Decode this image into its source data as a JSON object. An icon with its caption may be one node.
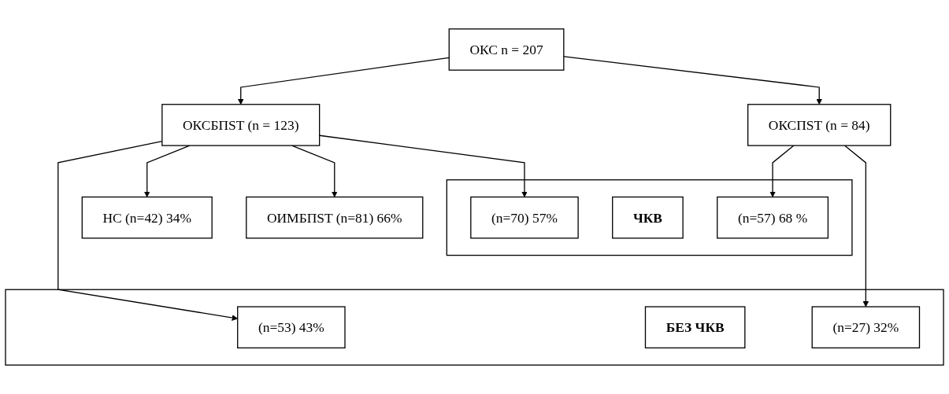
{
  "diagram": {
    "nodes": [
      {
        "text": [
          "ОКС n = 207"
        ]
      },
      {
        "text": [
          "ОКСБПST (n = 123)"
        ]
      },
      {
        "text": [
          "ОКСПST (n = 84)"
        ]
      },
      {
        "text": [
          "НС (n=42) 34%"
        ]
      },
      {
        "text": [
          "ОИМБПST (n=81) 66%"
        ]
      },
      {
        "text": [],
        "shape": "box"
      },
      {
        "text": [
          "(n=70) 57%"
        ],
        "in": 5
      },
      {
        "text": [
          "ЧКВ"
        ],
        "in": 5
      },
      {
        "text": [
          "(n=57) 68 %"
        ],
        "in": 5
      },
      {
        "text": [],
        "shape": "box"
      },
      {
        "text": [
          "(n=53) 43%"
        ],
        "in": 9
      },
      {
        "text": [
          "БЕЗ ЧКВ"
        ],
        "in": 9
      },
      {
        "text": [
          "(n=27) 32%"
        ],
        "in": 9
      }
    ],
    "edges": [
      {
        "from": 0,
        "to": 1,
        "arrow": "to"
      },
      {
        "from": 0,
        "to": 2,
        "arrow": "to"
      },
      {
        "from": 1,
        "to": 3,
        "arrow": "to"
      },
      {
        "from": 1,
        "to": 4,
        "arrow": "to"
      },
      {
        "from": 1,
        "to": 6,
        "arrow": "to"
      },
      {
        "from": 1,
        "to": 10,
        "arrow": "to"
      },
      {
        "from": 2,
        "to": 8,
        "arrow": "to"
      },
      {
        "from": 2,
        "to": 12,
        "arrow": "to"
      }
    ]
  }
}
